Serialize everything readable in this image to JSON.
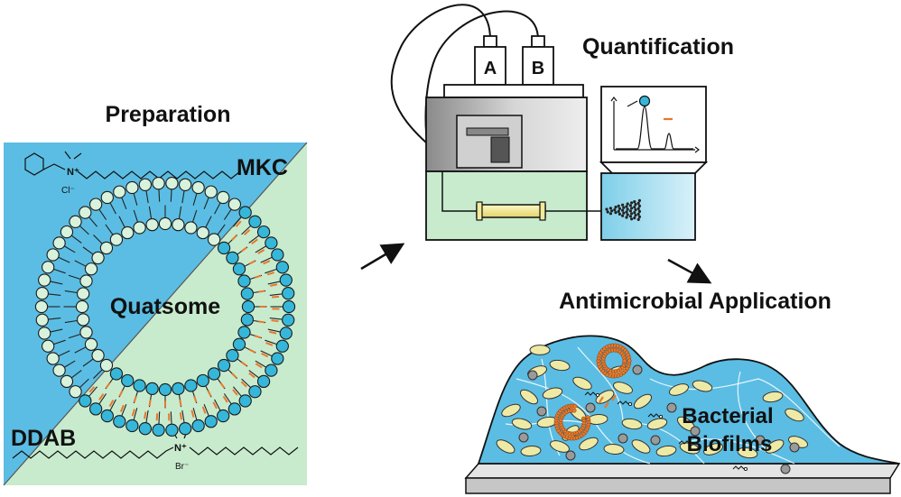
{
  "titles": {
    "preparation": "Preparation",
    "quantification": "Quantification",
    "application": "Antimicrobial Application"
  },
  "preparation_panel": {
    "top_surfactant": "MKC",
    "bottom_surfactant": "DDAB",
    "vesicle_label": "Quatsome",
    "mkc_counter_ion": "Cl⁻",
    "mkc_ammonium": "N⁺",
    "ddab_counter_ion": "Br⁻",
    "ddab_ammonium": "N⁺",
    "colors": {
      "top_half": "#5bbde3",
      "bottom_half": "#c8ebce",
      "head_blue": "#36b7da",
      "head_green": "#d8f2dc",
      "tail_orange": "#e8782a"
    }
  },
  "quantification_panel": {
    "bottle_a": "A",
    "bottle_b": "B",
    "colors": {
      "instrument_green": "#c8ebce",
      "detector_blue": "#9ad9ee",
      "peak_marker": "#36b7da",
      "peak_dash": "#e8782a"
    }
  },
  "application_panel": {
    "biofilm_label_line1": "Bacterial",
    "biofilm_label_line2": "Biofilms",
    "colors": {
      "biofilm": "#5bbde3",
      "bacteria": "#eeeaa6",
      "quatsome": "#e8782a",
      "substrate": "#c6c6c6"
    }
  }
}
